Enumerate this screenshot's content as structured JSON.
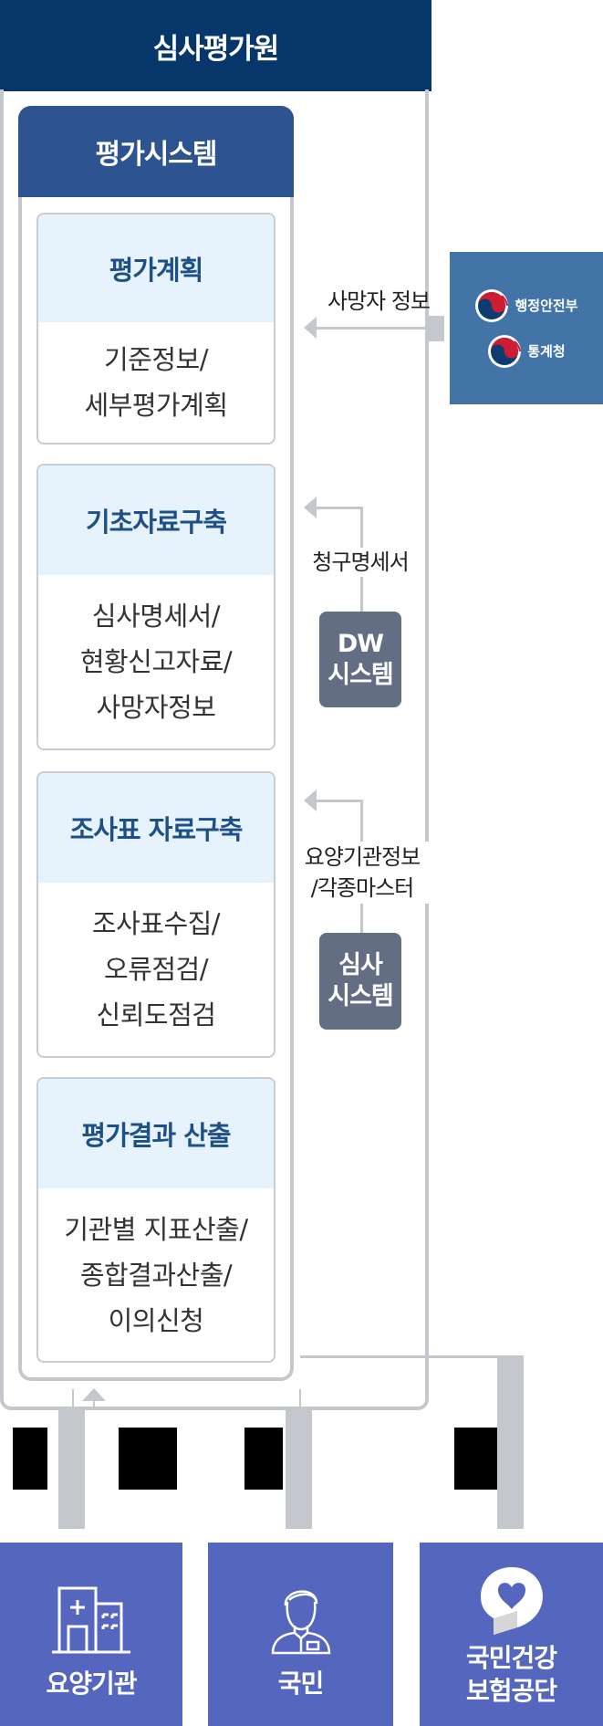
{
  "header": {
    "title": "심사평가원"
  },
  "system": {
    "title": "평가시스템"
  },
  "cards": [
    {
      "title": "평가계획",
      "lines": [
        "기준정보/",
        "세부평가계획"
      ]
    },
    {
      "title": "기초자료구축",
      "lines": [
        "심사명세서/",
        "현황신고자료/",
        "사망자정보"
      ]
    },
    {
      "title": "조사표 자료구축",
      "lines": [
        "조사표수집/",
        "오류점검/",
        "신뢰도점검"
      ]
    },
    {
      "title": "평가결과 산출",
      "lines": [
        "기관별 지표산출/",
        "종합결과산출/",
        "이의신청"
      ]
    }
  ],
  "external": {
    "gov": {
      "label": "사망자 정보",
      "orgs": [
        "행정안전부",
        "통계청"
      ]
    },
    "dw": {
      "label": "청구명세서",
      "system_lines": [
        "DW",
        "시스템"
      ]
    },
    "review": {
      "label_lines": [
        "요양기관정보",
        "/각종마스터"
      ],
      "system_lines": [
        "심사",
        "시스템"
      ]
    }
  },
  "bottom": [
    {
      "name": "hospital",
      "icon": "hospital-building-icon",
      "lines": [
        "요양기관"
      ]
    },
    {
      "name": "citizen",
      "icon": "person-icon",
      "lines": [
        "국민"
      ]
    },
    {
      "name": "nhis",
      "icon": "nhis-heart-logo-icon",
      "lines": [
        "국민건강",
        "보험공단"
      ]
    }
  ],
  "colors": {
    "header": "#06366a",
    "system_header": "#2d5390",
    "card_header_bg": "#e6f3fd",
    "card_title": "#1e5087",
    "gov_box": "#4274a8",
    "system_box": "#636e84",
    "bottom_box": "#5566bf",
    "connector": "#c4c8cc"
  }
}
